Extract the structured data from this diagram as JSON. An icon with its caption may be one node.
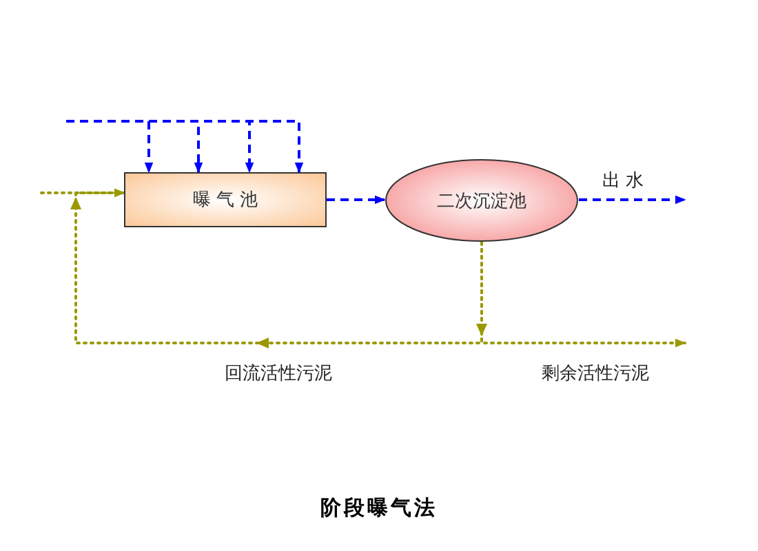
{
  "diagram": {
    "title": "阶段曝气法",
    "nodes": [
      {
        "text": [
          "曝 气 池"
        ]
      },
      {
        "text": [
          "二次沉淀池"
        ]
      }
    ],
    "edges": [
      {
        "from": null,
        "to": 0,
        "arrow": "to",
        "style": "dashed",
        "color": "#0000ff"
      },
      {
        "from": null,
        "to": 0,
        "arrow": "to",
        "style": "dashed",
        "color": "#0000ff"
      },
      {
        "from": null,
        "to": 0,
        "arrow": "to",
        "style": "dashed",
        "color": "#0000ff"
      },
      {
        "from": null,
        "to": 0,
        "arrow": "to",
        "style": "dashed",
        "color": "#0000ff"
      },
      {
        "from": null,
        "to": 0,
        "arrow": "to",
        "style": "dashed",
        "color": "#999900"
      },
      {
        "from": 0,
        "to": 1,
        "arrow": "to",
        "style": "dashed",
        "color": "#0000ff"
      },
      {
        "from": 1,
        "to": null,
        "arrow": "to",
        "label": "出 水",
        "style": "dashed",
        "color": "#0000ff"
      },
      {
        "from": 1,
        "to": 0,
        "arrow": "to",
        "label": "回流活性污泥",
        "style": "dashed",
        "color": "#999900"
      },
      {
        "from": 1,
        "to": null,
        "arrow": "to",
        "label": "剩余活性污泥",
        "style": "dashed",
        "color": "#999900"
      }
    ]
  }
}
